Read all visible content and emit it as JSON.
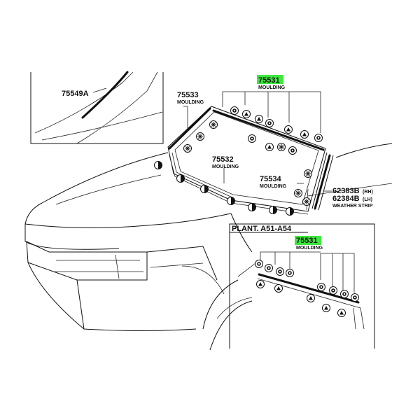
{
  "labels": {
    "p75549a": "75549A",
    "p75533": "75533",
    "m75533": "MOULDING",
    "p75531_top": "75531",
    "m75531_top": "MOULDING",
    "p75532": "75532",
    "m75532": "MOULDING",
    "p75534": "75534",
    "m75534": "MOULDING",
    "p62383": "62383B",
    "p62383_side": "(RH)",
    "p62384": "62384B",
    "p62384_side": "(LH)",
    "ws": "WEATHER STRIP",
    "plant": "PLANT. A51-A54",
    "p75531_inset": "75531",
    "m75531_inset": "MOULDING"
  },
  "colors": {
    "highlight": "#3ee83e",
    "ink": "#111111"
  }
}
